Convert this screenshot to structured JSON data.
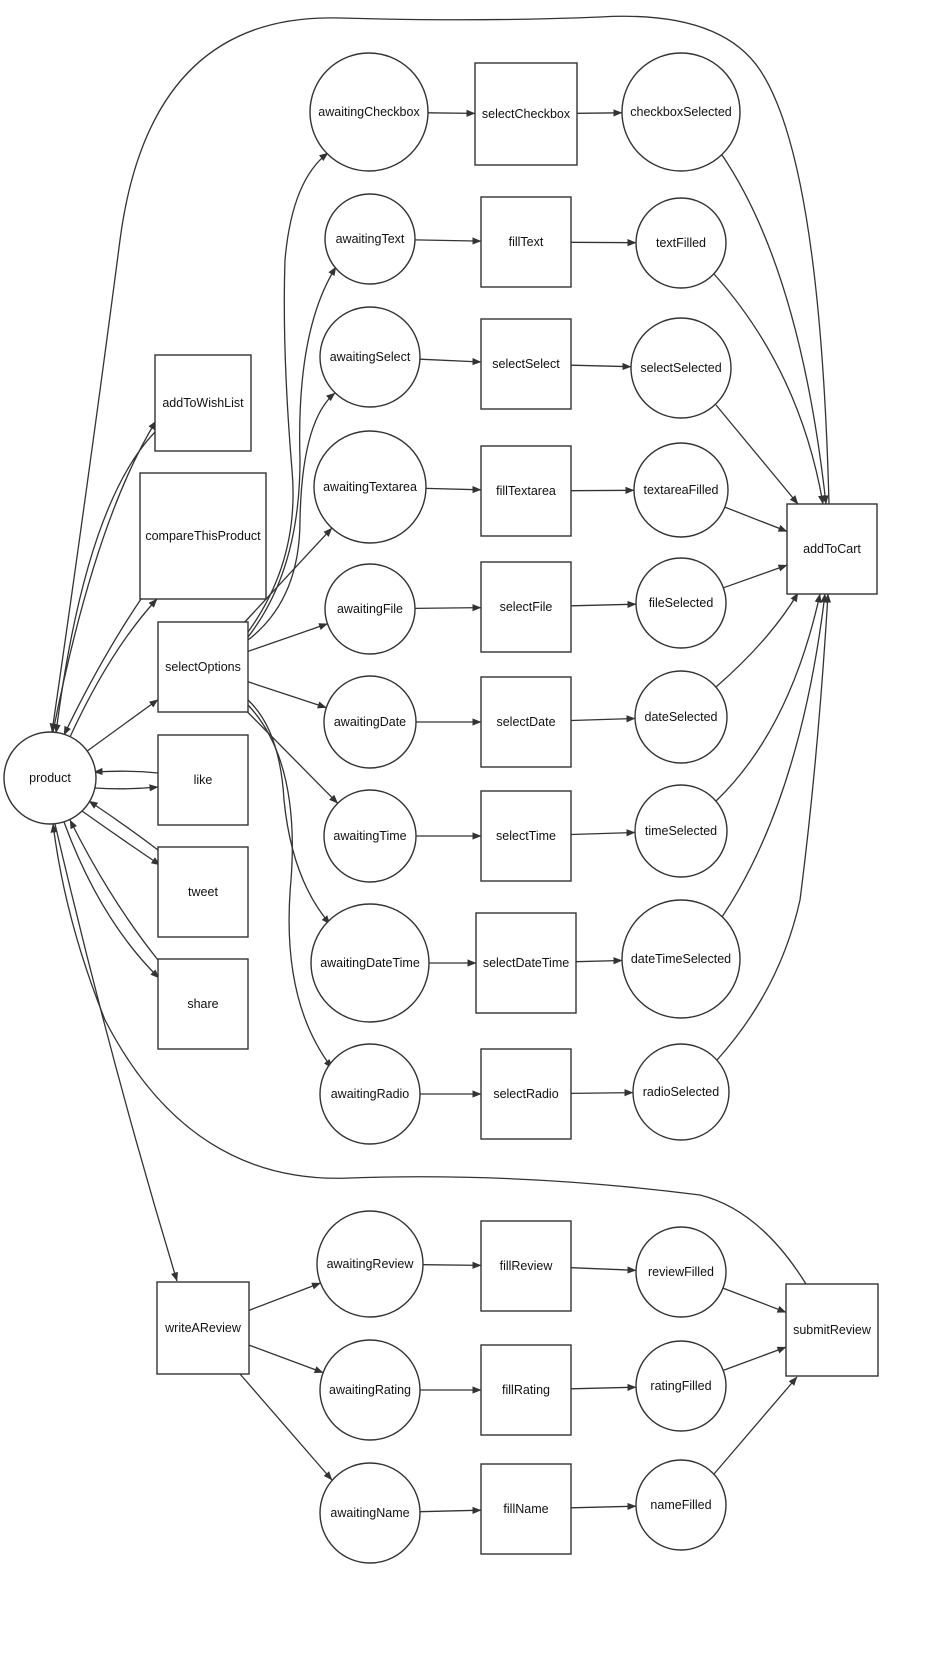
{
  "diagram": {
    "colors": {
      "stroke": "#333333",
      "start_fill": "#add8e6",
      "fill": "#ffffff"
    },
    "nodes": [
      {
        "id": "product",
        "label": "product",
        "shape": "circle",
        "start": true
      },
      {
        "id": "addToWishList",
        "label": "addToWishList",
        "shape": "box"
      },
      {
        "id": "compareThisProduct",
        "label": "compareThisProduct",
        "shape": "box"
      },
      {
        "id": "selectOptions",
        "label": "selectOptions",
        "shape": "box"
      },
      {
        "id": "like",
        "label": "like",
        "shape": "box"
      },
      {
        "id": "tweet",
        "label": "tweet",
        "shape": "box"
      },
      {
        "id": "share",
        "label": "share",
        "shape": "box"
      },
      {
        "id": "writeAReview",
        "label": "writeAReview",
        "shape": "box"
      },
      {
        "id": "awaitingCheckbox",
        "label": "awaitingCheckbox",
        "shape": "circle"
      },
      {
        "id": "awaitingText",
        "label": "awaitingText",
        "shape": "circle"
      },
      {
        "id": "awaitingSelect",
        "label": "awaitingSelect",
        "shape": "circle"
      },
      {
        "id": "awaitingTextarea",
        "label": "awaitingTextarea",
        "shape": "circle"
      },
      {
        "id": "awaitingFile",
        "label": "awaitingFile",
        "shape": "circle"
      },
      {
        "id": "awaitingDate",
        "label": "awaitingDate",
        "shape": "circle"
      },
      {
        "id": "awaitingTime",
        "label": "awaitingTime",
        "shape": "circle"
      },
      {
        "id": "awaitingDateTime",
        "label": "awaitingDateTime",
        "shape": "circle"
      },
      {
        "id": "awaitingRadio",
        "label": "awaitingRadio",
        "shape": "circle"
      },
      {
        "id": "selectCheckbox",
        "label": "selectCheckbox",
        "shape": "box"
      },
      {
        "id": "fillText",
        "label": "fillText",
        "shape": "box"
      },
      {
        "id": "selectSelect",
        "label": "selectSelect",
        "shape": "box"
      },
      {
        "id": "fillTextarea",
        "label": "fillTextarea",
        "shape": "box"
      },
      {
        "id": "selectFile",
        "label": "selectFile",
        "shape": "box"
      },
      {
        "id": "selectDate",
        "label": "selectDate",
        "shape": "box"
      },
      {
        "id": "selectTime",
        "label": "selectTime",
        "shape": "box"
      },
      {
        "id": "selectDateTime",
        "label": "selectDateTime",
        "shape": "box"
      },
      {
        "id": "selectRadio",
        "label": "selectRadio",
        "shape": "box"
      },
      {
        "id": "checkboxSelected",
        "label": "checkboxSelected",
        "shape": "circle"
      },
      {
        "id": "textFilled",
        "label": "textFilled",
        "shape": "circle"
      },
      {
        "id": "selectSelected",
        "label": "selectSelected",
        "shape": "circle"
      },
      {
        "id": "textareaFilled",
        "label": "textareaFilled",
        "shape": "circle"
      },
      {
        "id": "fileSelected",
        "label": "fileSelected",
        "shape": "circle"
      },
      {
        "id": "dateSelected",
        "label": "dateSelected",
        "shape": "circle"
      },
      {
        "id": "timeSelected",
        "label": "timeSelected",
        "shape": "circle"
      },
      {
        "id": "dateTimeSelected",
        "label": "dateTimeSelected",
        "shape": "circle"
      },
      {
        "id": "radioSelected",
        "label": "radioSelected",
        "shape": "circle"
      },
      {
        "id": "addToCart",
        "label": "addToCart",
        "shape": "box"
      },
      {
        "id": "awaitingReview",
        "label": "awaitingReview",
        "shape": "circle"
      },
      {
        "id": "awaitingRating",
        "label": "awaitingRating",
        "shape": "circle"
      },
      {
        "id": "awaitingName",
        "label": "awaitingName",
        "shape": "circle"
      },
      {
        "id": "fillReview",
        "label": "fillReview",
        "shape": "box"
      },
      {
        "id": "fillRating",
        "label": "fillRating",
        "shape": "box"
      },
      {
        "id": "fillName",
        "label": "fillName",
        "shape": "box"
      },
      {
        "id": "reviewFilled",
        "label": "reviewFilled",
        "shape": "circle"
      },
      {
        "id": "ratingFilled",
        "label": "ratingFilled",
        "shape": "circle"
      },
      {
        "id": "nameFilled",
        "label": "nameFilled",
        "shape": "circle"
      },
      {
        "id": "submitReview",
        "label": "submitReview",
        "shape": "box"
      }
    ],
    "edges": [
      {
        "from": "product",
        "to": "addToWishList"
      },
      {
        "from": "addToWishList",
        "to": "product"
      },
      {
        "from": "product",
        "to": "compareThisProduct"
      },
      {
        "from": "compareThisProduct",
        "to": "product"
      },
      {
        "from": "product",
        "to": "selectOptions"
      },
      {
        "from": "product",
        "to": "like"
      },
      {
        "from": "like",
        "to": "product"
      },
      {
        "from": "product",
        "to": "tweet"
      },
      {
        "from": "tweet",
        "to": "product"
      },
      {
        "from": "product",
        "to": "share"
      },
      {
        "from": "share",
        "to": "product"
      },
      {
        "from": "product",
        "to": "writeAReview"
      },
      {
        "from": "addToCart",
        "to": "product"
      },
      {
        "from": "submitReview",
        "to": "product"
      },
      {
        "from": "selectOptions",
        "to": "awaitingCheckbox"
      },
      {
        "from": "selectOptions",
        "to": "awaitingText"
      },
      {
        "from": "selectOptions",
        "to": "awaitingSelect"
      },
      {
        "from": "selectOptions",
        "to": "awaitingTextarea"
      },
      {
        "from": "selectOptions",
        "to": "awaitingFile"
      },
      {
        "from": "selectOptions",
        "to": "awaitingDate"
      },
      {
        "from": "selectOptions",
        "to": "awaitingTime"
      },
      {
        "from": "selectOptions",
        "to": "awaitingDateTime"
      },
      {
        "from": "selectOptions",
        "to": "awaitingRadio"
      },
      {
        "from": "awaitingCheckbox",
        "to": "selectCheckbox"
      },
      {
        "from": "awaitingText",
        "to": "fillText"
      },
      {
        "from": "awaitingSelect",
        "to": "selectSelect"
      },
      {
        "from": "awaitingTextarea",
        "to": "fillTextarea"
      },
      {
        "from": "awaitingFile",
        "to": "selectFile"
      },
      {
        "from": "awaitingDate",
        "to": "selectDate"
      },
      {
        "from": "awaitingTime",
        "to": "selectTime"
      },
      {
        "from": "awaitingDateTime",
        "to": "selectDateTime"
      },
      {
        "from": "awaitingRadio",
        "to": "selectRadio"
      },
      {
        "from": "selectCheckbox",
        "to": "checkboxSelected"
      },
      {
        "from": "fillText",
        "to": "textFilled"
      },
      {
        "from": "selectSelect",
        "to": "selectSelected"
      },
      {
        "from": "fillTextarea",
        "to": "textareaFilled"
      },
      {
        "from": "selectFile",
        "to": "fileSelected"
      },
      {
        "from": "selectDate",
        "to": "dateSelected"
      },
      {
        "from": "selectTime",
        "to": "timeSelected"
      },
      {
        "from": "selectDateTime",
        "to": "dateTimeSelected"
      },
      {
        "from": "selectRadio",
        "to": "radioSelected"
      },
      {
        "from": "checkboxSelected",
        "to": "addToCart"
      },
      {
        "from": "textFilled",
        "to": "addToCart"
      },
      {
        "from": "selectSelected",
        "to": "addToCart"
      },
      {
        "from": "textareaFilled",
        "to": "addToCart"
      },
      {
        "from": "fileSelected",
        "to": "addToCart"
      },
      {
        "from": "dateSelected",
        "to": "addToCart"
      },
      {
        "from": "timeSelected",
        "to": "addToCart"
      },
      {
        "from": "dateTimeSelected",
        "to": "addToCart"
      },
      {
        "from": "radioSelected",
        "to": "addToCart"
      },
      {
        "from": "writeAReview",
        "to": "awaitingReview"
      },
      {
        "from": "writeAReview",
        "to": "awaitingRating"
      },
      {
        "from": "writeAReview",
        "to": "awaitingName"
      },
      {
        "from": "awaitingReview",
        "to": "fillReview"
      },
      {
        "from": "awaitingRating",
        "to": "fillRating"
      },
      {
        "from": "awaitingName",
        "to": "fillName"
      },
      {
        "from": "fillReview",
        "to": "reviewFilled"
      },
      {
        "from": "fillRating",
        "to": "ratingFilled"
      },
      {
        "from": "fillName",
        "to": "nameFilled"
      },
      {
        "from": "reviewFilled",
        "to": "submitReview"
      },
      {
        "from": "ratingFilled",
        "to": "submitReview"
      },
      {
        "from": "nameFilled",
        "to": "submitReview"
      }
    ]
  }
}
